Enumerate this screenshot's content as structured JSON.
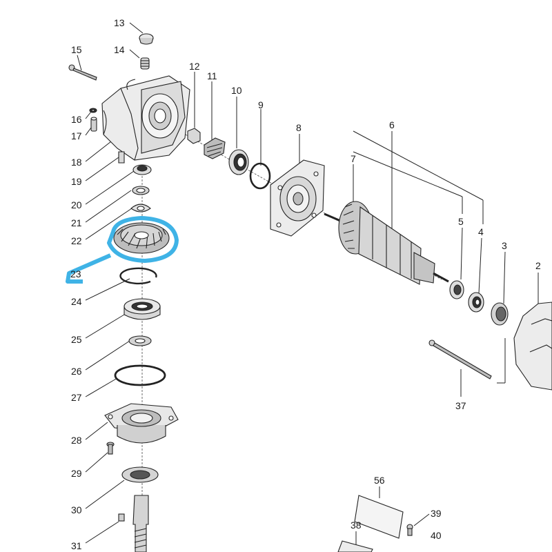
{
  "diagram": {
    "highlight_color": "#3fb3e6",
    "highlighted_part": "23",
    "part_numbers": {
      "p2": "2",
      "p3": "3",
      "p4": "4",
      "p5": "5",
      "p6": "6",
      "p7": "7",
      "p8": "8",
      "p9": "9",
      "p10": "10",
      "p11": "11",
      "p12": "12",
      "p13": "13",
      "p14": "14",
      "p15": "15",
      "p16": "16",
      "p17": "17",
      "p18": "18",
      "p19": "19",
      "p20": "20",
      "p21": "21",
      "p22": "22",
      "p23": "23",
      "p24": "24",
      "p25": "25",
      "p26": "26",
      "p27": "27",
      "p28": "28",
      "p29": "29",
      "p30": "30",
      "p31": "31",
      "p37": "37",
      "p38": "38",
      "p39": "39",
      "p40": "40",
      "p56": "56"
    }
  }
}
